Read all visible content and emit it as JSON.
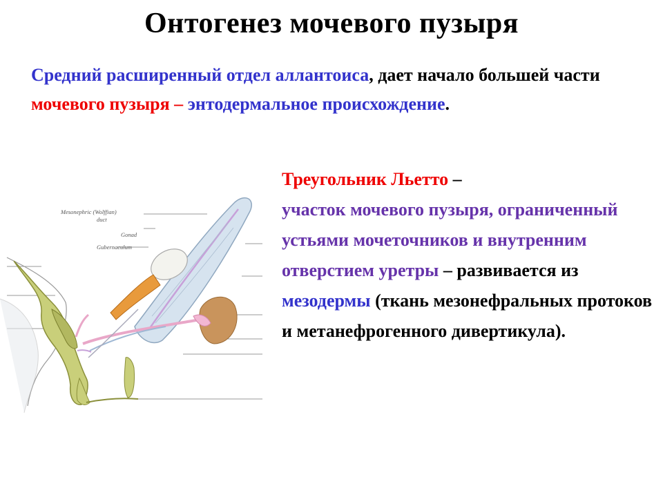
{
  "title": "Онтогенез мочевого пузыря",
  "para1": {
    "s1": "Средний расширенный отдел аллантоиса",
    "s2": ", дает начало большей части ",
    "s3": "мочевого пузыря –",
    "s4": " ",
    "s5": "энтодермальное происхождение",
    "s6": "."
  },
  "para2": {
    "s1": "Треугольник Льетто",
    "s2": " –",
    "s3": "участок мочевого пузыря, ограниченный устьями мочеточников и внутренним отверстием уретры",
    "s4": " – развивается из ",
    "s5": "мезодермы",
    "s6": " (ткань мезонефральных протоков и метанефрогенного дивертикула)."
  },
  "figure": {
    "label_duct_1": "Mesonephric (Wolffian)",
    "label_duct_2": "duct",
    "label_gonad": "Gonad",
    "label_gubernaculum": "Gubernaculum"
  },
  "colors": {
    "blue_text": "#3333cc",
    "red_text": "#ee0000",
    "purple_text": "#6633aa"
  }
}
